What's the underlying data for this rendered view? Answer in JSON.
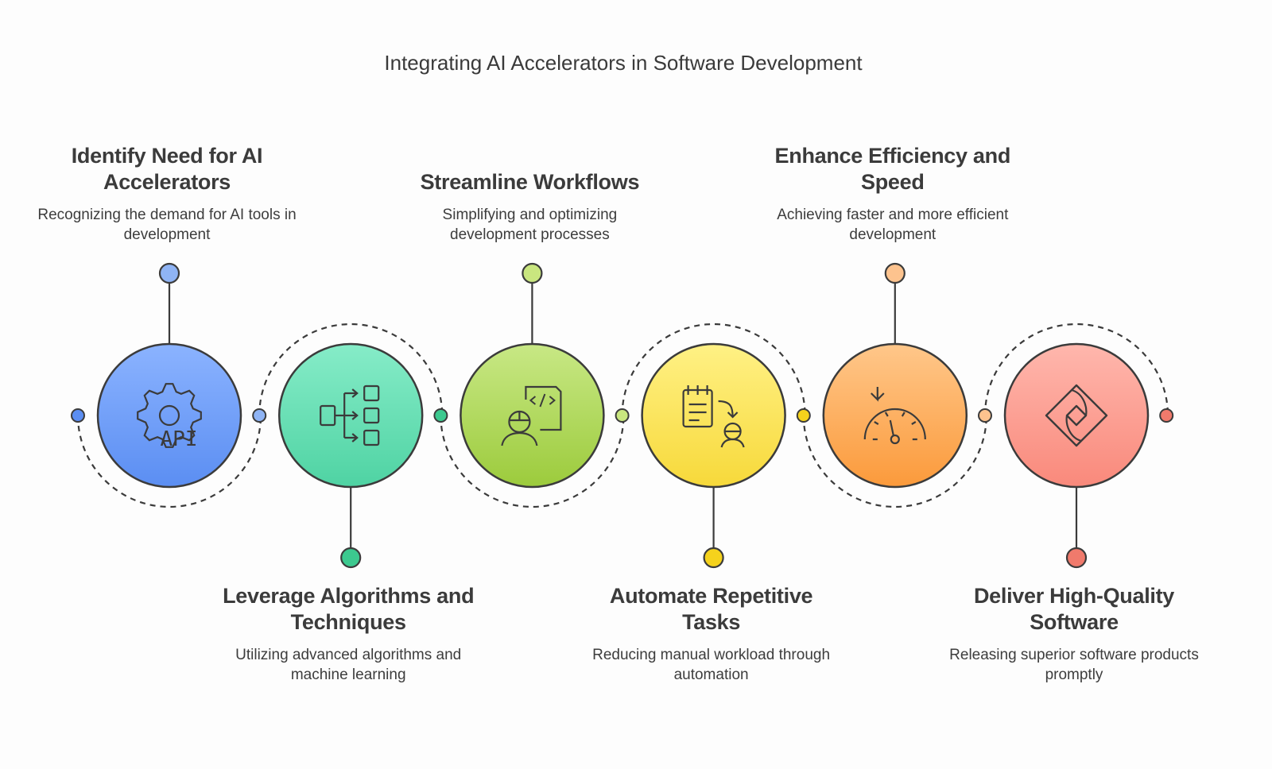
{
  "title": "Integrating AI Accelerators in Software Development",
  "steps": [
    {
      "heading": "Identify Need for AI Accelerators",
      "description": "Recognizing the demand for AI tools in development",
      "icon": "api-gear-icon",
      "color": "#5b8ef2",
      "light": "#8bb3ff",
      "marker": "#8fb4f5",
      "position": "top"
    },
    {
      "heading": "Leverage Algorithms and Techniques",
      "description": "Utilizing advanced algorithms and machine learning",
      "icon": "algorithm-flow-icon",
      "color": "#4fd3a3",
      "light": "#86ecc8",
      "marker": "#3cc98f",
      "position": "bottom"
    },
    {
      "heading": "Streamline Workflows",
      "description": "Simplifying and optimizing development processes",
      "icon": "developer-code-icon",
      "color": "#9ccb3c",
      "light": "#c8e885",
      "marker": "#c9e67f",
      "position": "top"
    },
    {
      "heading": "Automate Repetitive Tasks",
      "description": "Reducing manual workload through automation",
      "icon": "task-automation-icon",
      "color": "#f7d93a",
      "light": "#fff185",
      "marker": "#f5d21c",
      "position": "bottom"
    },
    {
      "heading": "Enhance Efficiency and Speed",
      "description": "Achieving faster and more efficient development",
      "icon": "speedometer-icon",
      "color": "#fb9a3b",
      "light": "#ffc78a",
      "marker": "#fdc38e",
      "position": "top"
    },
    {
      "heading": "Deliver High-Quality Software",
      "description": "Releasing superior software products promptly",
      "icon": "product-logo-icon",
      "color": "#f9897b",
      "light": "#ffb7ad",
      "marker": "#f07a6c",
      "position": "bottom"
    }
  ]
}
